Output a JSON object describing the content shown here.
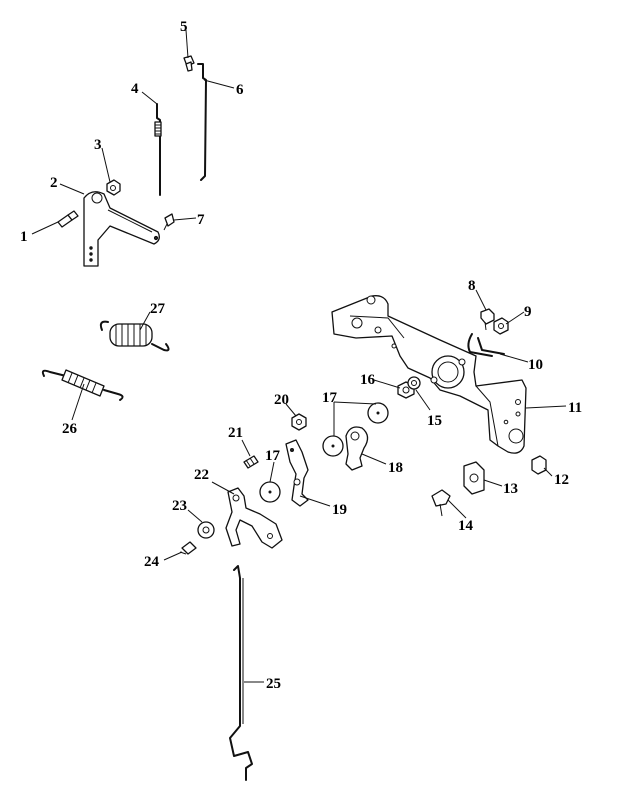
{
  "callouts": {
    "c1": "1",
    "c2": "2",
    "c3": "3",
    "c4": "4",
    "c5": "5",
    "c6": "6",
    "c7": "7",
    "c8": "8",
    "c9": "9",
    "c10": "10",
    "c11": "11",
    "c12": "12",
    "c13": "13",
    "c14": "14",
    "c15": "15",
    "c16": "16",
    "c17a": "17",
    "c17b": "17",
    "c18": "18",
    "c19": "19",
    "c20": "20",
    "c21": "21",
    "c22": "22",
    "c23": "23",
    "c24": "24",
    "c25": "25",
    "c26": "26",
    "c27": "27"
  }
}
